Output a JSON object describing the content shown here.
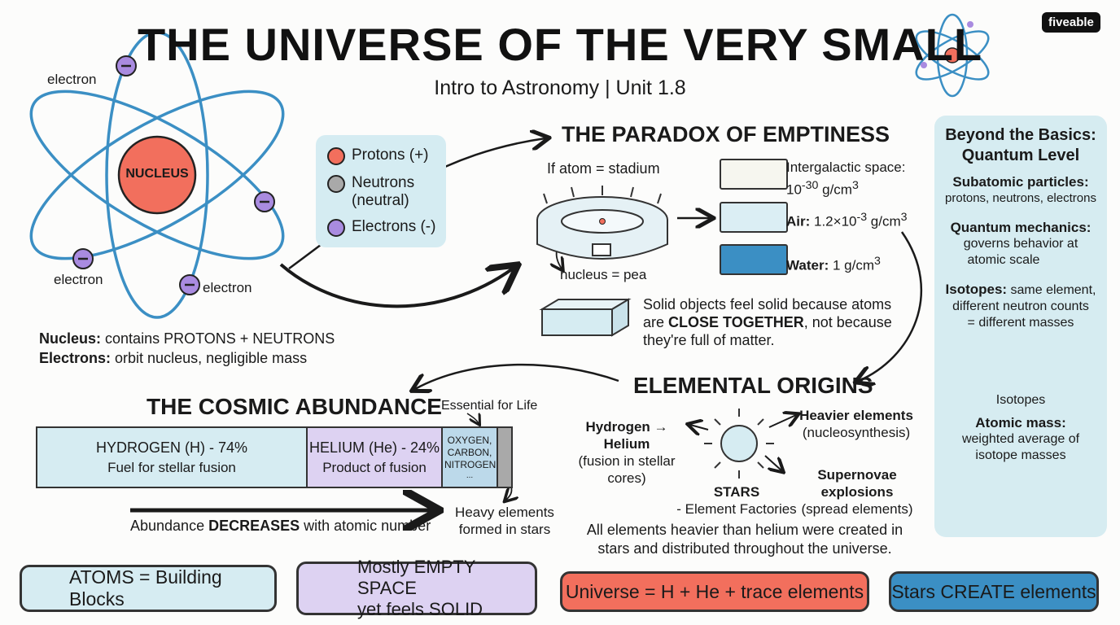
{
  "title": "THE UNIVERSE OF THE VERY SMALL",
  "subtitle": "Intro to Astronomy | Unit 1.8",
  "brand": "fiveable",
  "atom": {
    "nucleus_label": "NUCLEUS",
    "electron_label": "electron",
    "electron_sign": "−",
    "notes": {
      "nucleus_bold": "Nucleus:",
      "nucleus_text": " contains PROTONS + NEUTRONS",
      "electrons_bold": "Electrons:",
      "electrons_text": " orbit nucleus, negligible mass"
    }
  },
  "legend": {
    "protons": "Protons (+)",
    "neutrons_1": "Neutrons",
    "neutrons_2": "(neutral)",
    "electrons": "Electrons (-)"
  },
  "paradox": {
    "title": "THE PARADOX OF EMPTINESS",
    "stadium_caption": "If atom = stadium",
    "pea_caption": "nucleus = pea",
    "densities": [
      {
        "line1": "Intergalactic space:",
        "line2_pre": "10",
        "line2_sup": "-30",
        "line2_post": " g/cm",
        "unit_sup": "3"
      },
      {
        "bold": "Air:",
        "text": " 1.2×10",
        "sup": "-3",
        "post": " g/cm",
        "unit_sup": "3"
      },
      {
        "bold": "Water:",
        "text": " 1 g/cm",
        "unit_sup": "3"
      }
    ],
    "solid_line1": "Solid objects feel solid because atoms",
    "solid_line2_pre": "are ",
    "solid_line2_bold": "CLOSE TOGETHER",
    "solid_line2_post": ", not because",
    "solid_line3": "they're full of matter."
  },
  "origins": {
    "title": "ELEMENTAL ORIGINS",
    "hydrogen_1": "Hydrogen → Helium",
    "hydrogen_2": "(fusion in stellar",
    "hydrogen_3": "cores)",
    "heavier_1": "Heavier elements",
    "heavier_2": "(nucleosynthesis)",
    "super_1": "Supernovae explosions",
    "super_2": "(spread elements)",
    "stars_1": "STARS",
    "stars_2": "- Element Factories",
    "all_1": "All elements heavier than helium were created in",
    "all_2": "stars and distributed throughout the universe."
  },
  "abundance": {
    "title": "THE COSMIC ABUNDANCE",
    "life_caption": "Essential for Life",
    "segments": [
      {
        "name": "HYDROGEN (H) - 74%",
        "sub": "Fuel for stellar fusion",
        "share": 74,
        "color": "#d6ecf2"
      },
      {
        "name": "HELIUM (He) - 24%",
        "sub": "Product of fusion",
        "share": 24,
        "color": "#ddd2f2"
      },
      {
        "name": "OXYGEN, CARBON, NITROGEN",
        "sub": "...",
        "color": "#bcd9ea"
      }
    ],
    "decreases_pre": "Abundance ",
    "decreases_bold": "DECREASES",
    "decreases_post": " with atomic number",
    "heavy_1": "Heavy elements",
    "heavy_2": "formed in stars"
  },
  "quantum": {
    "title_1": "Beyond the Basics:",
    "title_2": "Quantum Level",
    "sub_head": "Subatomic particles:",
    "sub_text": "protons, neutrons, electrons",
    "qm_head": "Quantum mechanics:",
    "qm_text_1": "governs behavior at",
    "qm_text_2": "atomic scale",
    "iso_head": "Isotopes:",
    "iso_text_1": " same element,",
    "iso_text_2": "different neutron counts",
    "iso_text_3": "= different masses",
    "iso_caption": "Isotopes",
    "mass_head": "Atomic mass:",
    "mass_text_1": "weighted average of",
    "mass_text_2": "isotope masses"
  },
  "pills": [
    {
      "label": "ATOMS = Building Blocks",
      "color": "#d6ecf2"
    },
    {
      "label_1": "Mostly EMPTY SPACE",
      "label_2": "yet feels SOLID",
      "color": "#ddd2f2"
    },
    {
      "label": "Universe = H + He + trace elements",
      "color": "#f26f5d"
    },
    {
      "label": "Stars CREATE elements",
      "color": "#3b8fc4"
    }
  ],
  "colors": {
    "proton": "#f26f5d",
    "neutron": "#a9a9a9",
    "electron": "#a98be0",
    "orbit": "#3b8fc4",
    "panel": "#d6ecf1"
  }
}
